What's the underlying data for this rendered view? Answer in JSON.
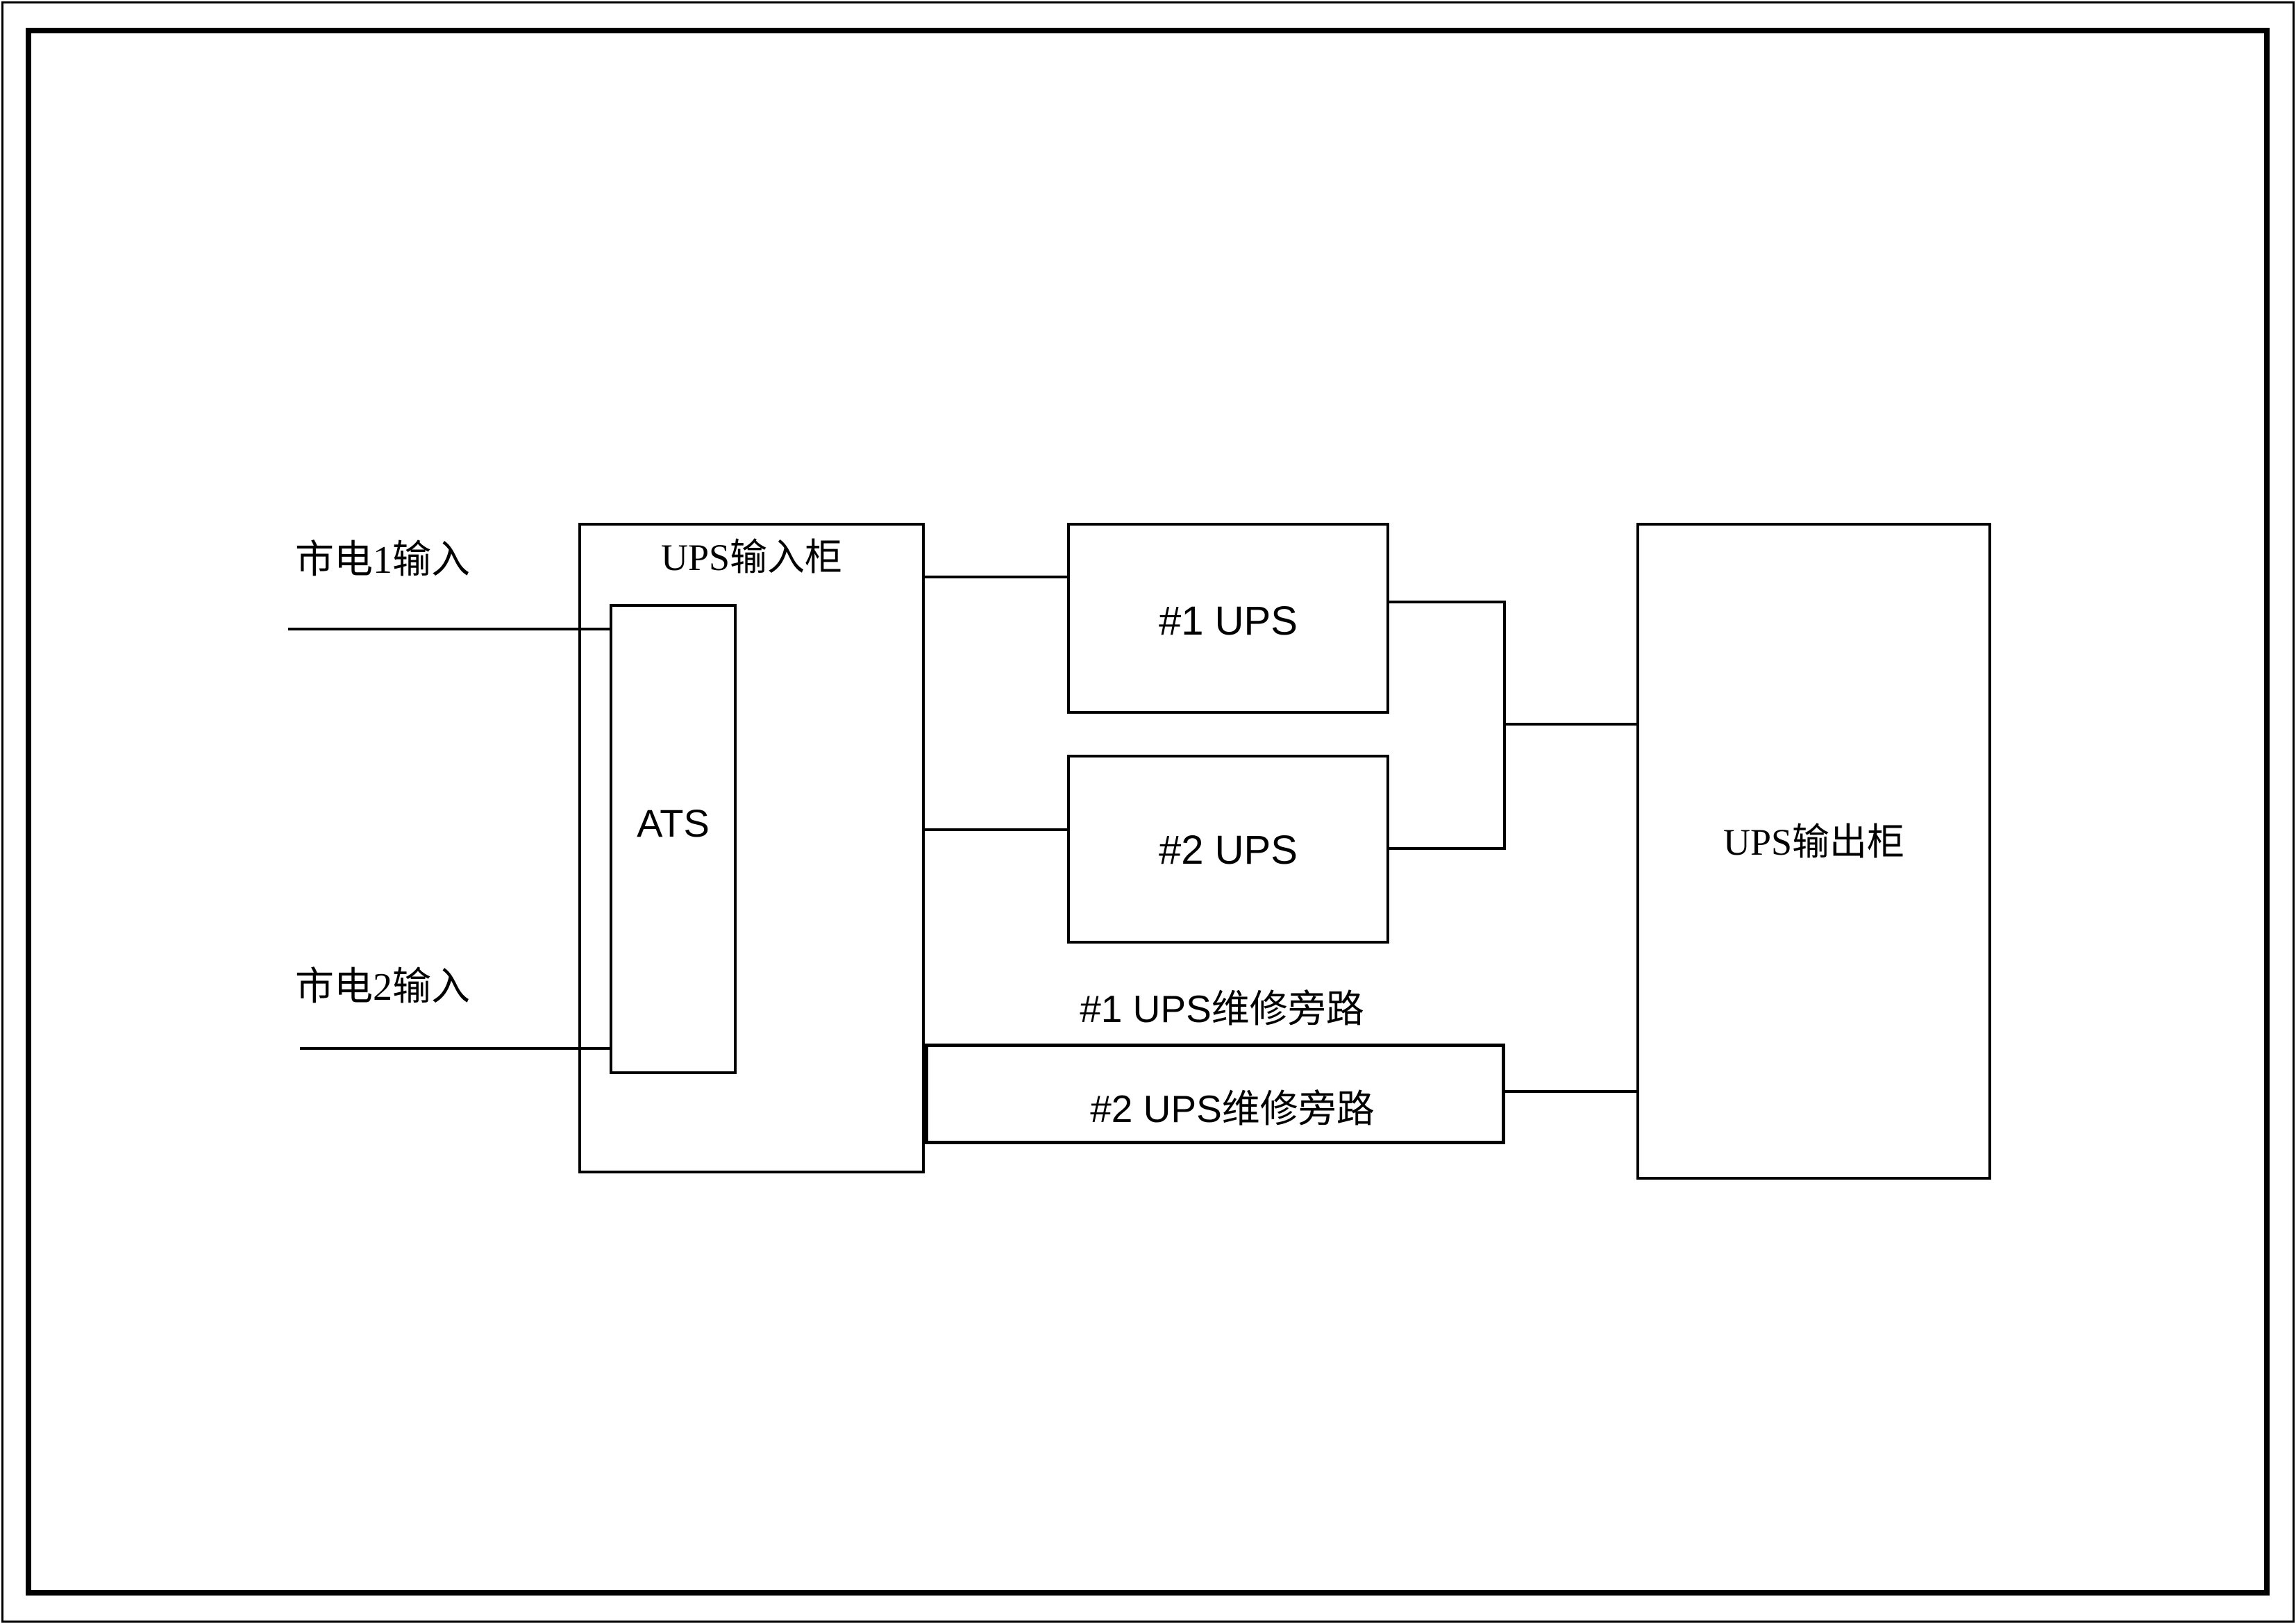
{
  "page": {
    "background_color": "#ffffff",
    "border_color": "#000000"
  },
  "diagram": {
    "line_color": "#000000",
    "labels": {
      "mains1": "市电1输入",
      "mains2": "市电2输入",
      "input_cabinet": "UPS输入柜",
      "ats": "ATS",
      "ups1": "#1 UPS",
      "ups2": "#2 UPS",
      "bypass1": "#1 UPS维修旁路",
      "bypass2": "#2 UPS维修旁路",
      "output_cabinet": "UPS输出柜"
    }
  }
}
